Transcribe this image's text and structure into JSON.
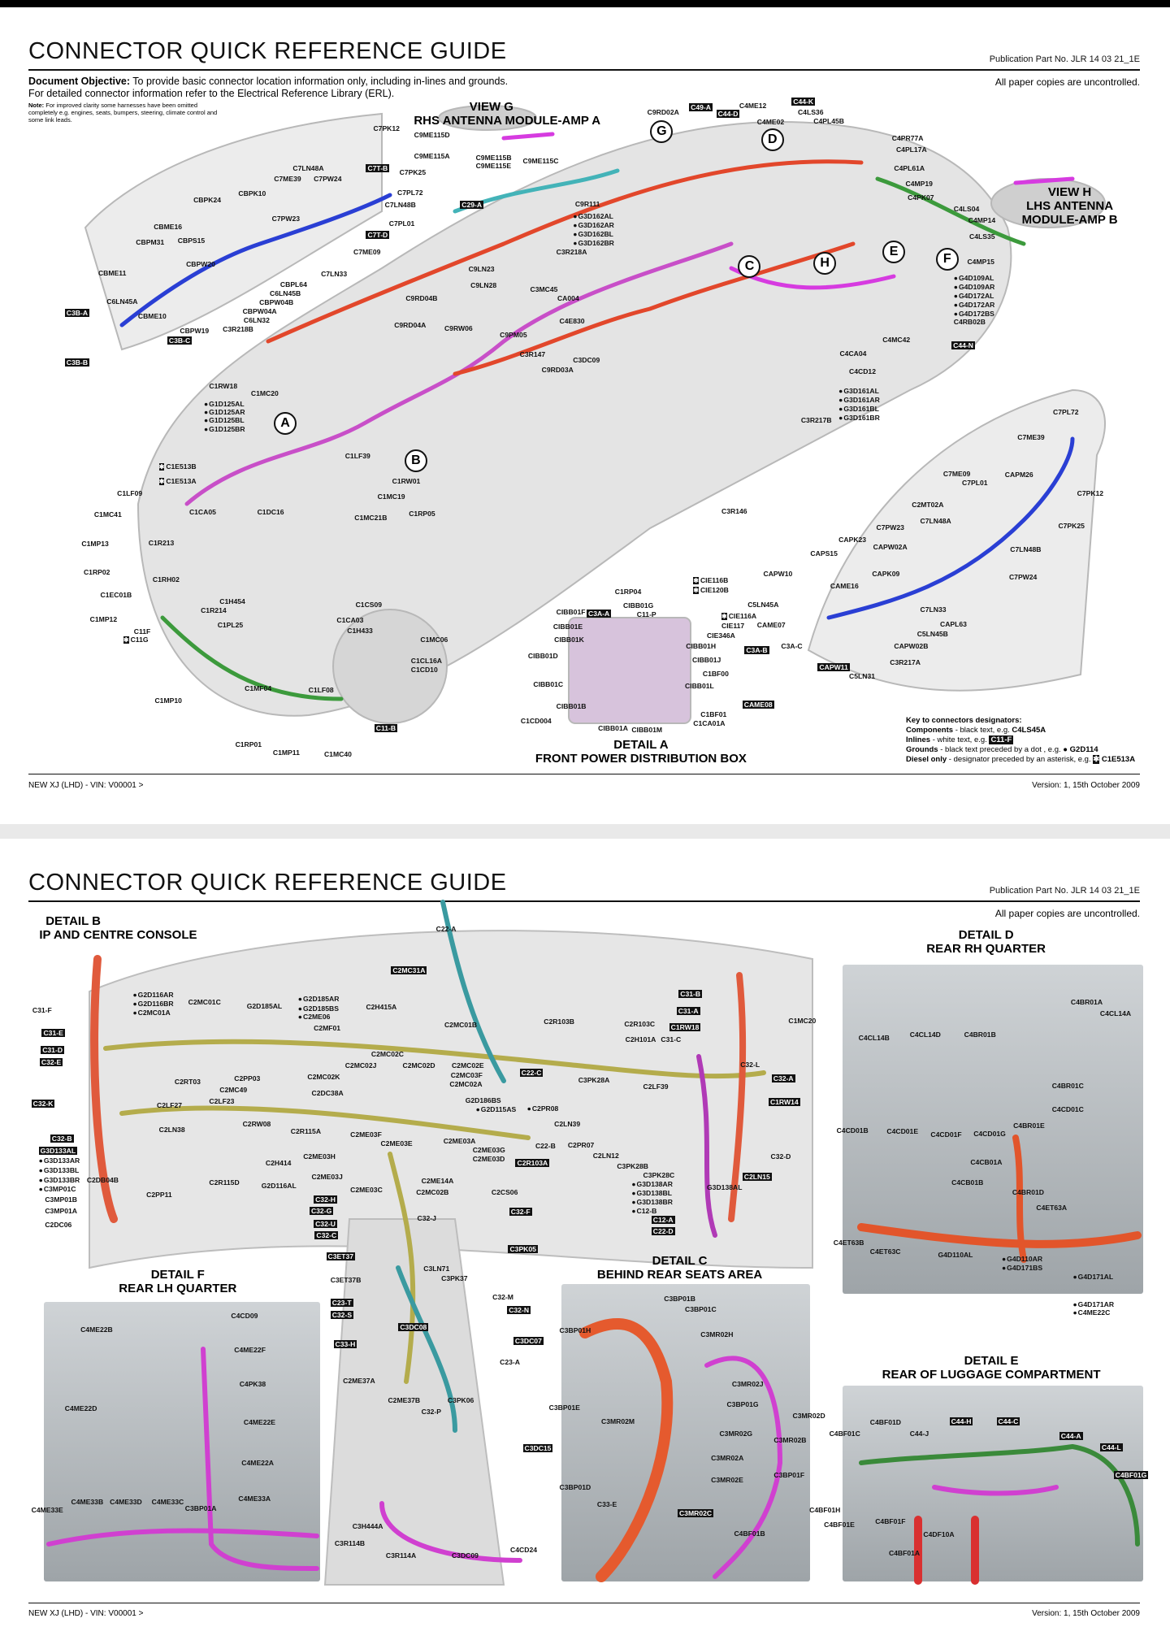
{
  "header": {
    "title": "CONNECTOR QUICK REFERENCE GUIDE",
    "publication": "Publication Part No. JLR 14 03 21_1E",
    "uncontrolled": "All paper copies are uncontrolled."
  },
  "objective": {
    "label": "Document Objective:",
    "line1": " To provide basic connector location information only, including in-lines and grounds.",
    "line2": "For detailed connector information refer to the Electrical Reference Library (ERL).",
    "note_label": "Note:",
    "note": " For improved clarity some harnesses have been omitted completely e.g. engines, seats, bumpers, steering, climate control and some link leads."
  },
  "key": {
    "title": "Key to connectors designators:",
    "components": "Components",
    "components_text": " - black text, e.g. ",
    "components_eg": "C4LS45A",
    "inlines": "Inlines",
    "inlines_text": " - white text, e.g. ",
    "inlines_eg": "C11-F",
    "grounds": "Grounds",
    "grounds_text": " - black text preceded by a dot , e.g. ",
    "grounds_eg": "G2D114",
    "diesel": "Diesel only",
    "diesel_text": " - designator preceded by an asterisk, e.g. ",
    "diesel_eg": "C1E513A"
  },
  "footer": {
    "vehicle": "NEW XJ (LHD) - VIN: V00001 >",
    "version": "Version: 1, 15th October 2009"
  },
  "headings": [
    "VIEW G",
    "RHS ANTENNA MODULE-AMP A",
    "VIEW H",
    "LHS ANTENNA",
    "MODULE-AMP B",
    "DETAIL A",
    "FRONT POWER DISTRIBUTION BOX",
    "DETAIL B",
    "IP AND CENTRE CONSOLE",
    "DETAIL D",
    "REAR RH QUARTER",
    "DETAIL F",
    "REAR LH QUARTER",
    "DETAIL C",
    "BEHIND REAR SEATS AREA",
    "DETAIL E",
    "REAR OF LUGGAGE COMPARTMENT"
  ],
  "circles": [
    "G",
    "D",
    "C",
    "H",
    "E",
    "F",
    "A",
    "B"
  ],
  "connectors": [
    "C9ME115D",
    "C9ME115A",
    "C9ME115B",
    "C9ME115E",
    "C9ME115C",
    "C7PK12",
    "C7LN48A",
    "C7ME39",
    "C7PW24",
    "C7T-B",
    "C7PK25",
    "C7PL72",
    "C7LN48B",
    "CBPK24",
    "CBPK10",
    "C7PW23",
    "C7PL01",
    "C7T-D",
    "C7ME09",
    "CBME16",
    "CBPM31",
    "CBPS15",
    "CBPW20",
    "C7LN33",
    "CBME11",
    "C6LN45A",
    "CBPL64",
    "C6LN45B",
    "CBPW04B",
    "CBPW04A",
    "C6LN32",
    "CBME10",
    "CBPW19",
    "C3R218B",
    "C3B-A",
    "C3B-B",
    "C3B-C",
    "C29-A",
    "C9R111",
    "G3D162AL",
    "G3D162AR",
    "G3D162BL",
    "G3D162BR",
    "C3R218A",
    "C9LN23",
    "C9LN28",
    "C3MC45",
    "CA004",
    "C9RD04B",
    "C9RW06",
    "C9RD04A",
    "C9PM05",
    "C3R147",
    "C4E830",
    "C3DC09",
    "C9RD03A",
    "C9RD02A",
    "C49-A",
    "C44-D",
    "C4ME12",
    "C44-K",
    "C4LS36",
    "C4PL45B",
    "C4ME02",
    "C4PR77A",
    "C4PL17A",
    "C4PL61A",
    "C4MP19",
    "C4PK07",
    "C4LS04",
    "C4MP14",
    "C4LS35",
    "C4MP15",
    "G4D109AL",
    "G4D109AR",
    "G4D172AL",
    "G4D172AR",
    "G4D172BS",
    "C4RB02B",
    "C44-N",
    "C4MC42",
    "C4CA04",
    "C4CD12",
    "G3D161AL",
    "G3D161AR",
    "G3D161BL",
    "G3D161BR",
    "C3R217B",
    "C3R146",
    "C1RW18",
    "C1MC20",
    "G1D125AL",
    "G1D125AR",
    "G1D125BL",
    "G1D125BR",
    "C1E513B",
    "C1E513A",
    "C1LF09",
    "C1MC41",
    "C1MP13",
    "C1RP02",
    "C1EC01B",
    "C1MP12",
    "C11F",
    "C11G",
    "C1MP10",
    "C1RP01",
    "C1MP11",
    "C1MC40",
    "C11-B",
    "C1LF08",
    "C1MF04",
    "C1PL25",
    "C1R214",
    "C1H454",
    "C1RH02",
    "C1R213",
    "C1CA05",
    "C1DC16",
    "C1LF39",
    "C1RW01",
    "C1MC19",
    "C1RP05",
    "C1MC21B",
    "C1CS09",
    "C1H433",
    "C1MC06",
    "C1CL16A",
    "C1CD10",
    "C1CA03",
    "CIE116B",
    "CIE120B",
    "CIE116A",
    "CIE117",
    "CIE346A",
    "CIBB01H",
    "CIBB01J",
    "C1BF00",
    "CIBB01L",
    "C1BF01",
    "C1CA01A",
    "CIBB01M",
    "CIBB01A",
    "C1CD004",
    "CIBB01B",
    "CIBB01C",
    "CIBB01D",
    "CIBB01K",
    "CIBB01E",
    "CIBB01F",
    "CIBB01G",
    "C1RP04",
    "C11-P",
    "C3A-A",
    "C3A-B",
    "CAME08",
    "C5LN45A",
    "CAME07",
    "C3A-C",
    "CAPW11",
    "C5LN31",
    "C3R217A",
    "CAPW02B",
    "C5LN45B",
    "CAPL63",
    "C7LN33",
    "C7PW24",
    "C7LN48B",
    "C7PK25",
    "C7PK12",
    "C7PL72",
    "C7ME39",
    "C7ME09",
    "C7PL01",
    "CAPM26",
    "CAPW10",
    "CAME16",
    "CAPS15",
    "CAPK23",
    "CAPW02A",
    "CAPK09",
    "C7PW23",
    "C7LN48A",
    "C2MT02A",
    "C31-F",
    "C31-E",
    "C31-D",
    "C32-E",
    "C32-K",
    "C32-B",
    "G3D133AL",
    "G3D133AR",
    "G3D133BL",
    "G3D133BR",
    "C3MP01C",
    "C3MP01B",
    "C3MP01A",
    "C2DC06",
    "C2DB04B",
    "C2PP11",
    "C2R115D",
    "G2D116AL",
    "G2D116AR",
    "G2D116BR",
    "C2MC01A",
    "C2MC01C",
    "G2D185AL",
    "G2D185AR",
    "G2D185BS",
    "C2ME06",
    "C2H415A",
    "C22-A",
    "C2MC31A",
    "C2MC01B",
    "C2MF01",
    "C2RT03",
    "C2PP03",
    "C2MC49",
    "C2LF27",
    "C2LF23",
    "C2LN38",
    "C2RW08",
    "C2R115A",
    "C2H414",
    "C2ME03H",
    "C2ME03J",
    "C2ME03C",
    "C2ME03F",
    "C2ME03E",
    "C2ME03A",
    "C2ME03G",
    "C2ME03D",
    "C2ME14A",
    "C2MC02B",
    "C2CS06",
    "C2DC38A",
    "C2MC02K",
    "C2MC02J",
    "C2MC02C",
    "C2MC02D",
    "C2MC02E",
    "C2MC03F",
    "C2MC02A",
    "G2D186BS",
    "G2D115AS",
    "C2PR08",
    "C22-B",
    "C2R103A",
    "C2R103B",
    "C2R103C",
    "C2H101A",
    "C31-C",
    "C31-B",
    "C31-A",
    "C1RW18",
    "C1MC20",
    "C32-L",
    "C32-A",
    "C1RW14",
    "C32-D",
    "C2LN15",
    "C3PK28A",
    "C2LF39",
    "C2LN39",
    "C2PR07",
    "C2LN12",
    "C3PK28B",
    "C3PK28C",
    "G3D138AL",
    "G3D138AR",
    "G3D138BL",
    "G3D138BR",
    "C12-B",
    "C12-A",
    "C22-D",
    "C22-C",
    "C32-F",
    "C3PK05",
    "C32-J",
    "C32-H",
    "C32-G",
    "C32-U",
    "C32-C",
    "C3ET37",
    "C3ET37B",
    "C3LN71",
    "C3PK37",
    "C32-M",
    "C32-N",
    "C3DC07",
    "C23-A",
    "C23-T",
    "C32-S",
    "C33-H",
    "C3DC08",
    "C2ME37A",
    "C2ME37B",
    "C3PK06",
    "C32-P",
    "C3DC15",
    "C3H444A",
    "C3R114B",
    "C3R114A",
    "C3DC09",
    "C4CD24",
    "C4BR01A",
    "C4CL14A",
    "C4CL14B",
    "C4CL14D",
    "C4BR01B",
    "C4BR01C",
    "C4CD01C",
    "C4CD01B",
    "C4CD01E",
    "C4CD01F",
    "C4CD01G",
    "C4BR01E",
    "C4CB01A",
    "C4CB01B",
    "C4BR01D",
    "C4ET63A",
    "C4ET63B",
    "C4ET63C",
    "G4D110AL",
    "G4D110AR",
    "G4D171BS",
    "G4D171AL",
    "G4D171AR",
    "C4ME22C",
    "C4CD09",
    "C4ME22B",
    "C4ME22F",
    "C4PK38",
    "C4ME22D",
    "C4ME22E",
    "C4ME22A",
    "C4ME33A",
    "C4ME33E",
    "C4ME33B",
    "C4ME33D",
    "C4ME33C",
    "C3BP01A",
    "C3BP01B",
    "C3BP01C",
    "C3BP01H",
    "C3MR02H",
    "C3MR02J",
    "C3BP01G",
    "C3BP01E",
    "C3MR02M",
    "C3MR02G",
    "C3MR02D",
    "C3MR02B",
    "C3MR02A",
    "C3MR02E",
    "C3BP01F",
    "C3BP01D",
    "C33-E",
    "C3MR02C",
    "C4BF01B",
    "C4BF01C",
    "C4BF01D",
    "C44-J",
    "C44-H",
    "C44-C",
    "C44-A",
    "C44-L",
    "C4BF01G",
    "C4BF01H",
    "C4BF01E",
    "C4BF01F",
    "C4DF10A",
    "C4BF01A"
  ]
}
